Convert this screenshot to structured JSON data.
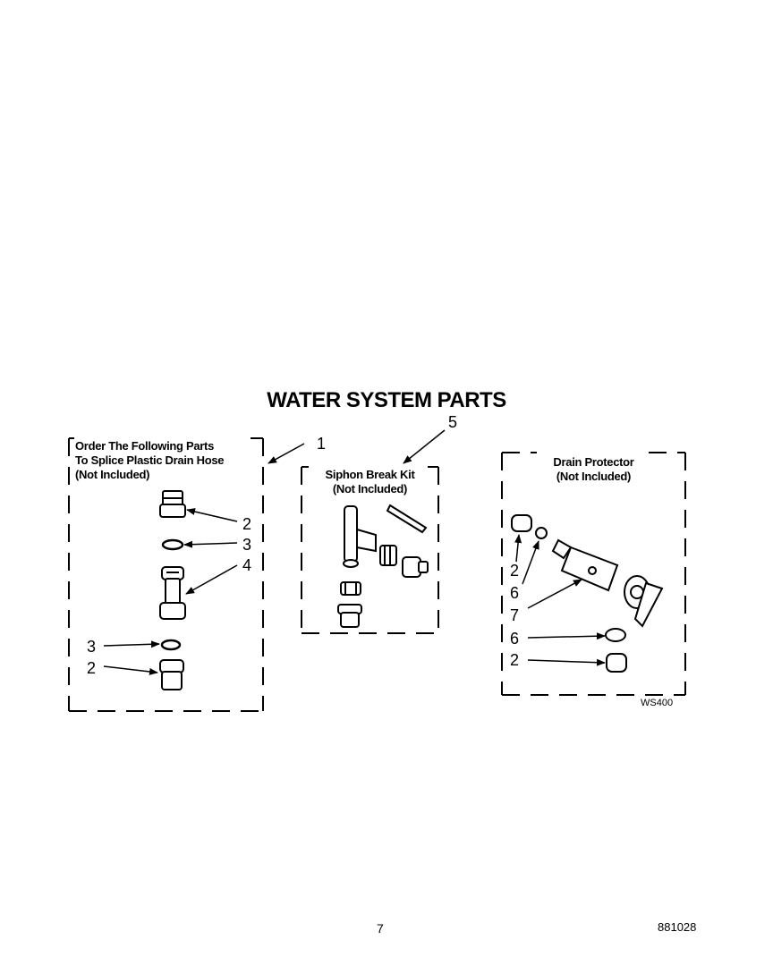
{
  "title": "WATER SYSTEM PARTS",
  "groups": [
    {
      "label_lines": [
        "Order The Following Parts",
        "To Splice Plastic Drain Hose",
        "(Not Included)"
      ]
    },
    {
      "label_lines": [
        "Siphon Break Kit",
        "(Not Included)"
      ]
    },
    {
      "label_lines": [
        "Drain Protector",
        "(Not Included)"
      ]
    }
  ],
  "callouts": {
    "g1_group": "1",
    "g1_a": "2",
    "g1_b": "3",
    "g1_c": "4",
    "g1_d": "3",
    "g1_e": "2",
    "g2_group": "5",
    "g3_a": "2",
    "g3_b": "6",
    "g3_c": "7",
    "g3_d": "6",
    "g3_e": "2"
  },
  "diagram_code": "WS400",
  "page_number": "7",
  "doc_number": "881028"
}
